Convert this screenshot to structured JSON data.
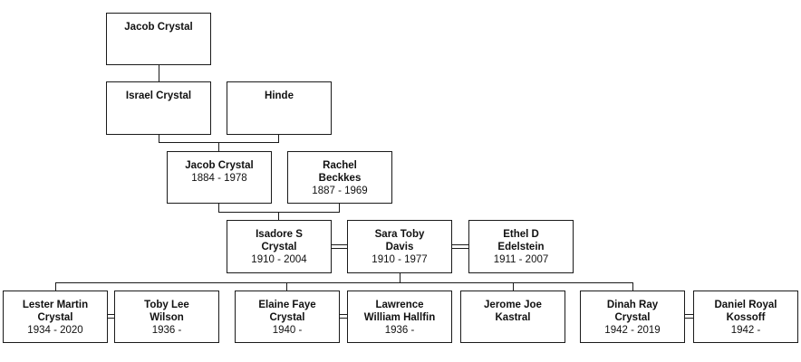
{
  "people": {
    "jacob_sr": {
      "name": "Jacob Crystal",
      "dates": ""
    },
    "israel": {
      "name": "Israel Crystal",
      "dates": ""
    },
    "hinde": {
      "name": "Hinde",
      "dates": ""
    },
    "jacob": {
      "name": "Jacob Crystal",
      "dates": "1884 - 1978"
    },
    "rachel": {
      "name": "Rachel\nBeckkes",
      "dates": "1887 - 1969"
    },
    "isadore": {
      "name": "Isadore S\nCrystal",
      "dates": "1910 - 2004"
    },
    "sara": {
      "name": "Sara Toby\nDavis",
      "dates": "1910 - 1977"
    },
    "ethel": {
      "name": "Ethel D\nEdelstein",
      "dates": "1911 - 2007"
    },
    "lester": {
      "name": "Lester Martin\nCrystal",
      "dates": "1934 - 2020"
    },
    "toby": {
      "name": "Toby Lee\nWilson",
      "dates": "1936 -"
    },
    "elaine": {
      "name": "Elaine Faye\nCrystal",
      "dates": "1940 -"
    },
    "lawrence": {
      "name": "Lawrence\nWilliam Hallfin",
      "dates": "1936 -"
    },
    "jerome": {
      "name": "Jerome Joe\nKastral",
      "dates": ""
    },
    "dinah": {
      "name": "Dinah Ray\nCrystal",
      "dates": "1942 - 2019"
    },
    "daniel": {
      "name": "Daniel Royal\nKossoff",
      "dates": "1942 -"
    }
  }
}
